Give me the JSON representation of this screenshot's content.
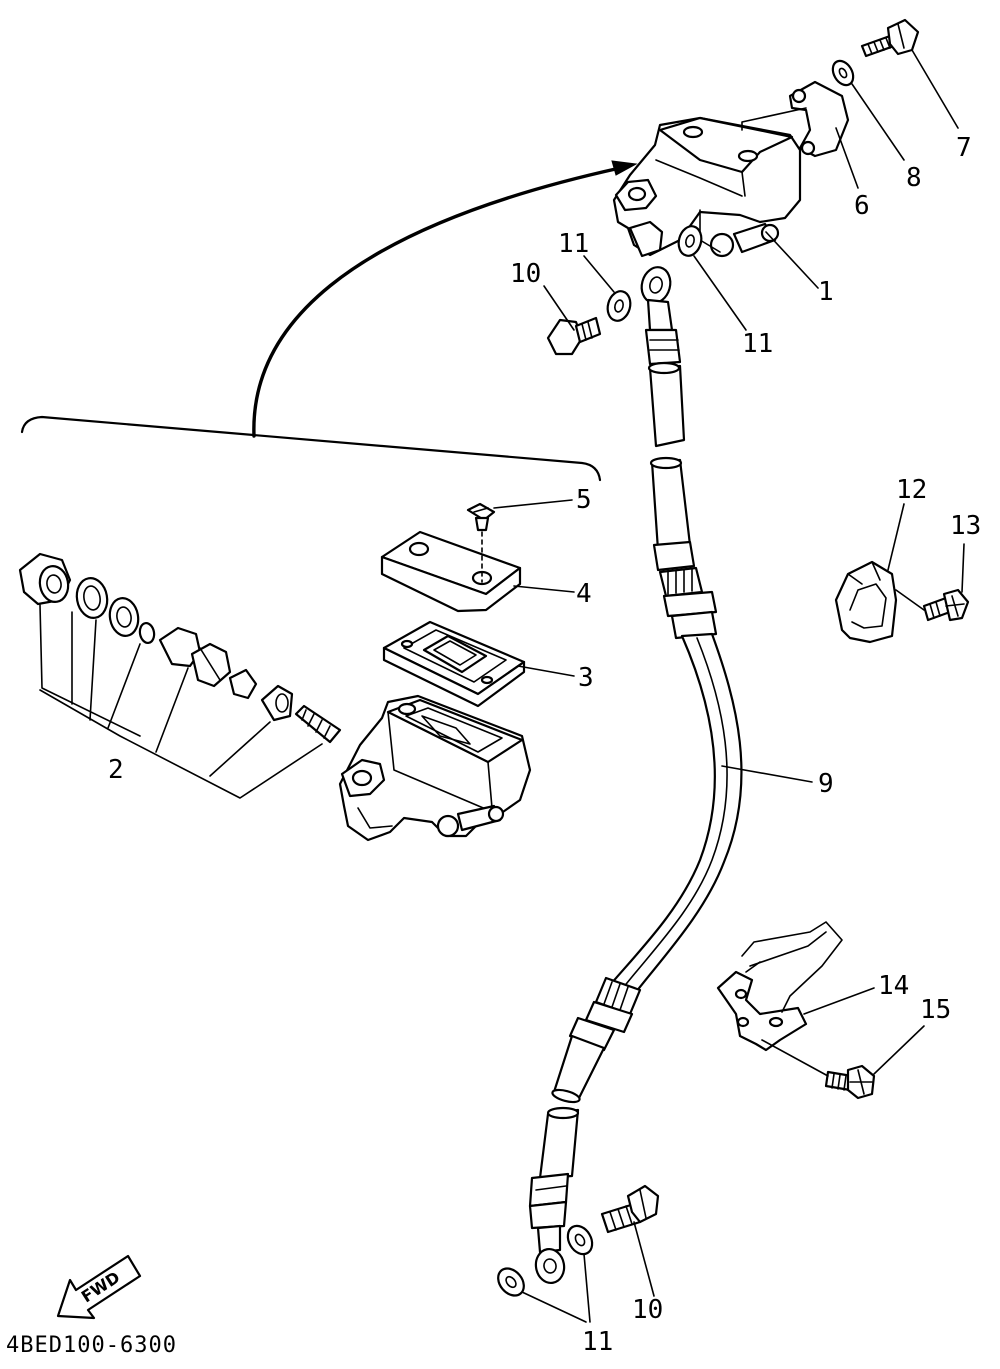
{
  "diagram": {
    "drawing_code": "4BED100-6300",
    "direction_label": "FWD",
    "callouts": {
      "p1": "1",
      "p2": "2",
      "p3": "3",
      "p4": "4",
      "p5": "5",
      "p6": "6",
      "p7": "7",
      "p8": "8",
      "p9": "9",
      "p10_top": "10",
      "p10_bottom": "10",
      "p11_top_left": "11",
      "p11_top_right": "11",
      "p11_bottom": "11",
      "p12": "12",
      "p13": "13",
      "p14": "14",
      "p15": "15"
    }
  }
}
